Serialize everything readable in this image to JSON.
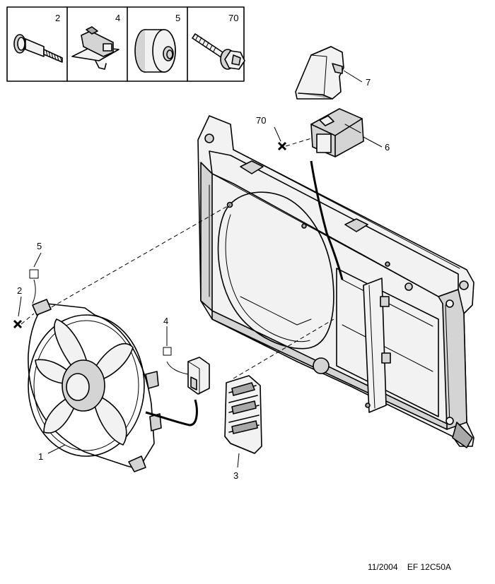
{
  "parts_strip": [
    {
      "ref": "2"
    },
    {
      "ref": "4"
    },
    {
      "ref": "5"
    },
    {
      "ref": "70"
    }
  ],
  "callouts": {
    "fan": "1",
    "screw": "2",
    "flap_grille": "3",
    "clip": "4",
    "grommet": "5",
    "relay": "6",
    "relay_cover": "7",
    "bolt": "70"
  },
  "footer": {
    "date": "11/2004",
    "code": "EF 12C50A"
  }
}
